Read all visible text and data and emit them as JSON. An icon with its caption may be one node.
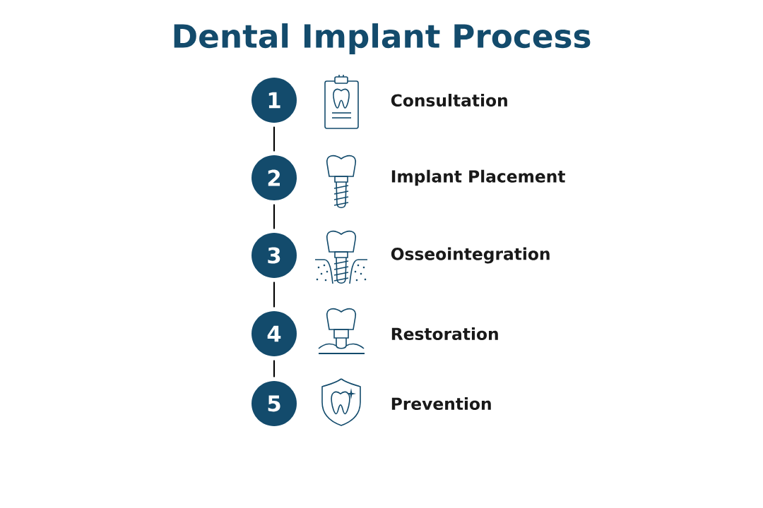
{
  "diagram": {
    "title": "Dental Implant Process",
    "nodes": [
      {
        "text": [
          "1"
        ]
      },
      {
        "text": [
          "2"
        ]
      },
      {
        "text": [
          "3"
        ]
      },
      {
        "text": [
          "4"
        ]
      },
      {
        "text": [
          "5"
        ]
      }
    ],
    "edges": [
      {
        "from": 0,
        "to": 1,
        "arrow": "none"
      },
      {
        "from": 1,
        "to": 2,
        "arrow": "none"
      },
      {
        "from": 2,
        "to": 3,
        "arrow": "none"
      },
      {
        "from": 3,
        "to": 4,
        "arrow": "none"
      }
    ],
    "labels": [
      "Consultation",
      "Implant Placement",
      "Osseointegration",
      "Restoration",
      "Prevention"
    ]
  }
}
